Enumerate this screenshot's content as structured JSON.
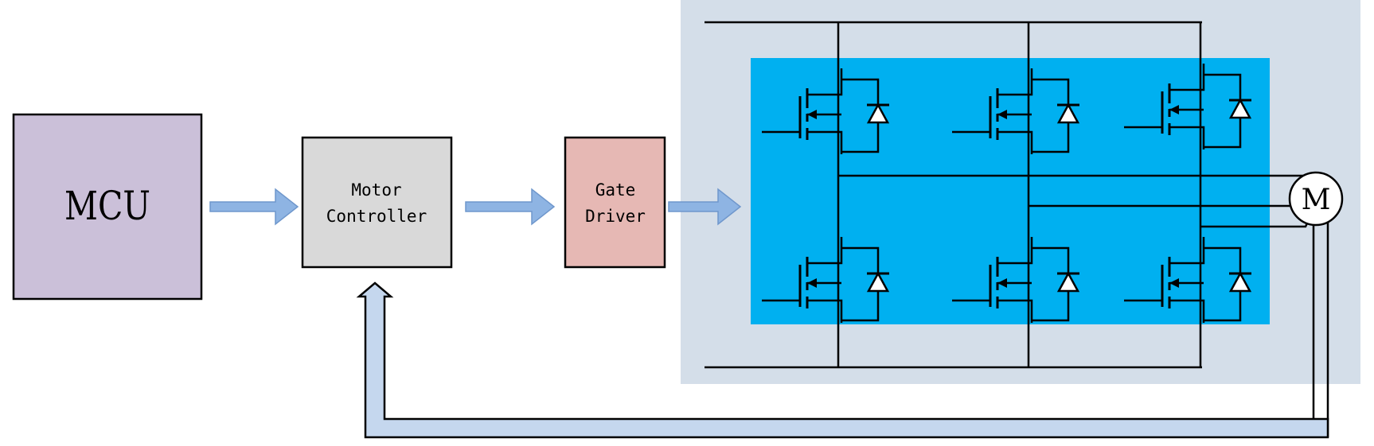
{
  "blocks": {
    "mcu": {
      "label": "MCU",
      "fill": "#cbc0d9"
    },
    "motor_controller": {
      "line1": "Motor",
      "line2": "Controller",
      "fill": "#d9d9d9"
    },
    "gate_driver": {
      "line1": "Gate",
      "line2": "Driver",
      "fill": "#e6b8b4"
    }
  },
  "inverter": {
    "outer_fill": "#d4dee9",
    "inner_fill": "#00b0f0",
    "switch_count": 6
  },
  "motor": {
    "label": "M"
  },
  "arrow_color": "#8eb4e3",
  "feedback_fill": "#c5d7ee"
}
